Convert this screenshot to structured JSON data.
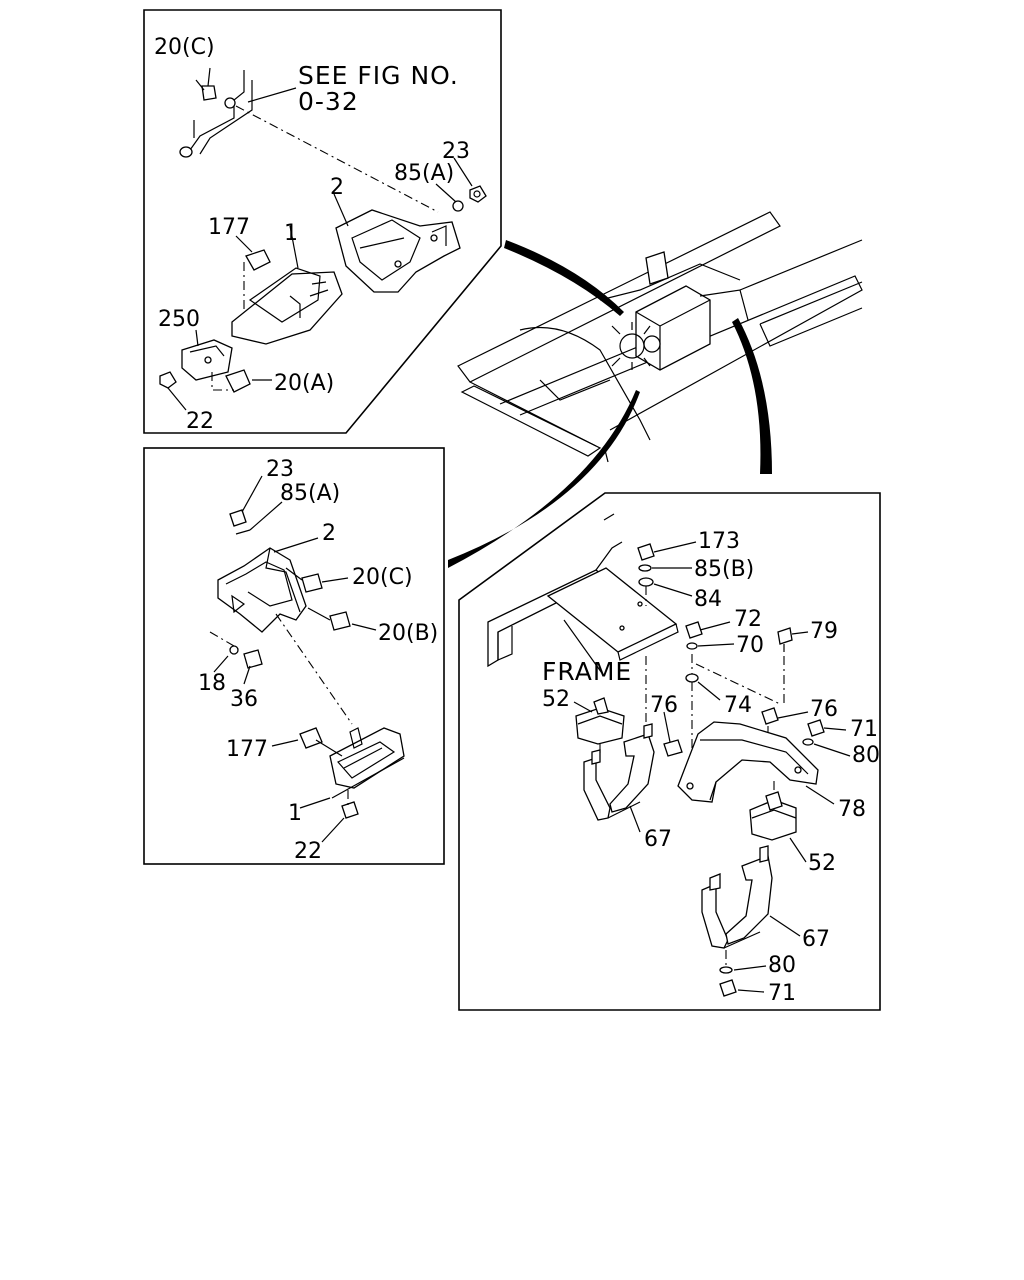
{
  "panels": {
    "top_left": {
      "labels": [
        "20(C)",
        "SEE FIG NO.",
        "0-32",
        "23",
        "85(A)",
        "2",
        "177",
        "1",
        "250",
        "20(A)",
        "22"
      ]
    },
    "bottom_left": {
      "labels": [
        "23",
        "85(A)",
        "2",
        "20(C)",
        "20(B)",
        "18",
        "36",
        "177",
        "1",
        "22"
      ]
    },
    "right": {
      "labels": [
        "173",
        "85(B)",
        "84",
        "72",
        "70",
        "79",
        "FRAME",
        "74",
        "52",
        "76",
        "76",
        "71",
        "80",
        "78",
        "67",
        "52",
        "67",
        "80",
        "71"
      ]
    }
  }
}
